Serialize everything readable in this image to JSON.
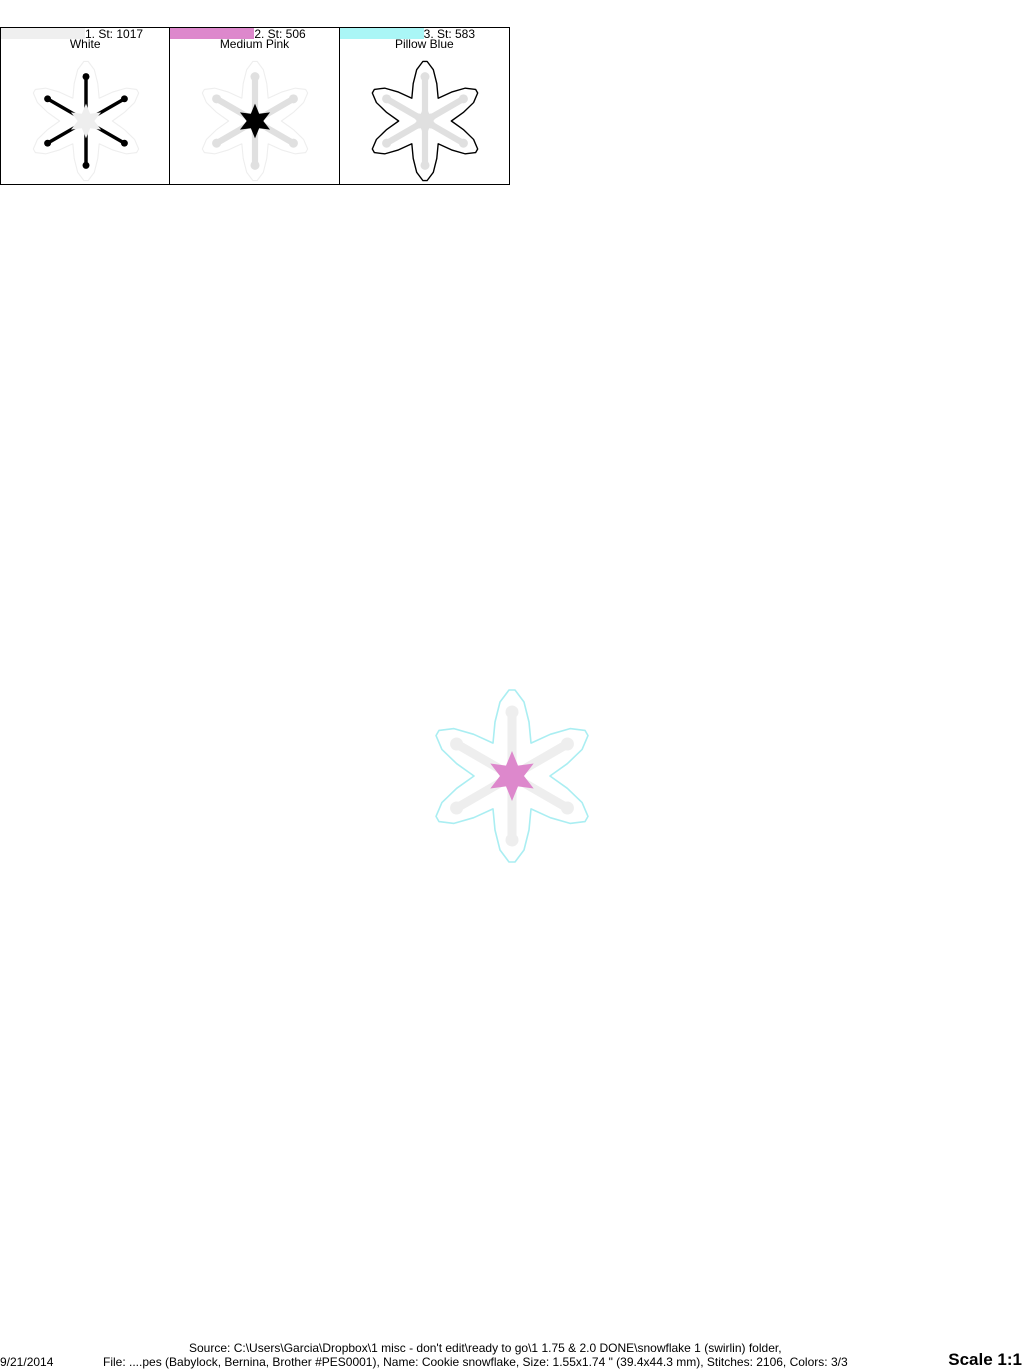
{
  "colors": [
    {
      "label": "1. St: 1017",
      "name": "White",
      "hex": "#efefef",
      "highlight": "white"
    },
    {
      "label": "2. St: 506",
      "name": "Medium Pink",
      "hex": "#dd88cc",
      "highlight": "pink"
    },
    {
      "label": "3. St: 583",
      "name": "Pillow Blue",
      "hex": "#aaf6f6",
      "highlight": "blue"
    }
  ],
  "design_colors": {
    "arms": "#eeeeee",
    "arms_dim": "#e0e0e0",
    "center": "#dd88cc",
    "outline": "#aaeef2",
    "highlight": "#000000"
  },
  "footer": {
    "source": "Source: C:\\Users\\Garcia\\Dropbox\\1 misc - don't edit\\ready to go\\1 1.75 & 2.0 DONE\\snowflake 1 (swirlin) folder,",
    "date": "9/21/2014",
    "file": "File: ....pes (Babylock, Bernina, Brother #PES0001), Name: Cookie snowflake, Size: 1.55x1.74 \" (39.4x44.3 mm), Stitches: 2106, Colors: 3/3",
    "scale": "Scale 1:1"
  }
}
